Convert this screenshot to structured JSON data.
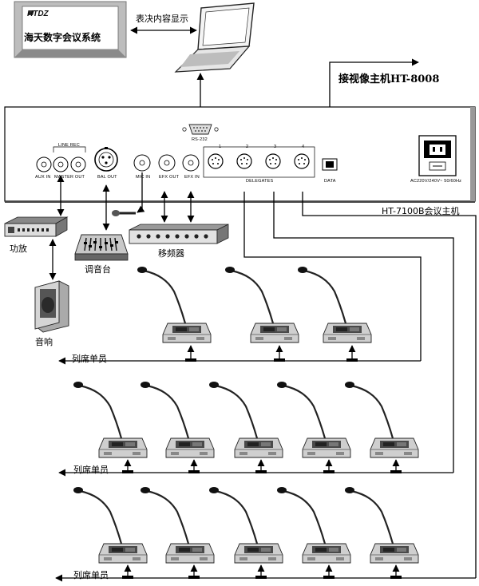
{
  "monitor": {
    "brand": "HTDZ",
    "system_name": "海天数字会议系统"
  },
  "labels": {
    "vote_display": "表决内容显示",
    "video_host": "接视像主机HT-8008",
    "main_unit": "HT-7100B会议主机",
    "amplifier": "功放",
    "mixer": "调音台",
    "frequency_shifter": "移频器",
    "speaker": "音响",
    "delegate_row": "列席单员"
  },
  "ports": {
    "rs232": "RS-232",
    "aux_in": "AUX IN",
    "line_rec": "LINE  REC",
    "master_out": "MASTER OUT",
    "bal_out": "BAL OUT",
    "mic_in": "MIC IN",
    "efx_out": "EFX OUT",
    "efx_in": "EFX IN",
    "delegates": "DELEGATES",
    "delegate_numbers": [
      "1",
      "2",
      "3",
      "4"
    ],
    "data": "DATA",
    "power": "AC220V/240V~ 50/60Hz"
  }
}
